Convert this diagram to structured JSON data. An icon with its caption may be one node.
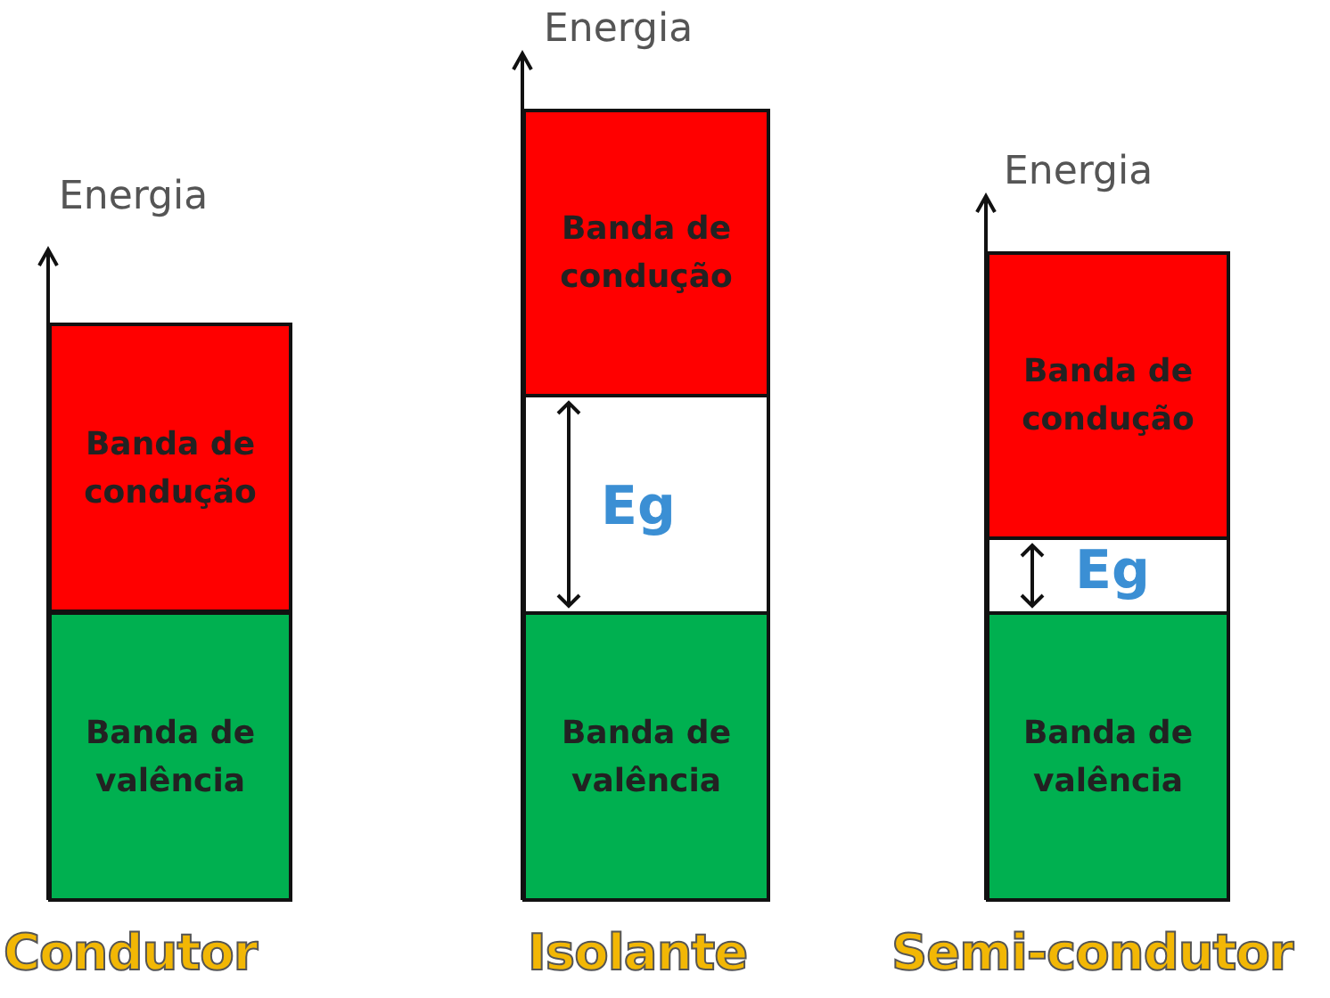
{
  "diagram": {
    "nodes": [
      {
        "text": [
          "Banda de condução"
        ]
      },
      {
        "text": [
          "Banda de valência"
        ]
      },
      {
        "text": [
          "Banda de condução"
        ]
      },
      {
        "text": [
          "Eg"
        ]
      },
      {
        "text": [
          "Banda de valência"
        ]
      },
      {
        "text": [
          "Banda de condução"
        ]
      },
      {
        "text": [
          "Eg"
        ]
      },
      {
        "text": [
          "Banda de valência"
        ]
      }
    ],
    "edges": [],
    "labels": [
      "Energia",
      "Energia",
      "Energia",
      "Condutor",
      "Isolante",
      "Semi-condutor"
    ]
  }
}
